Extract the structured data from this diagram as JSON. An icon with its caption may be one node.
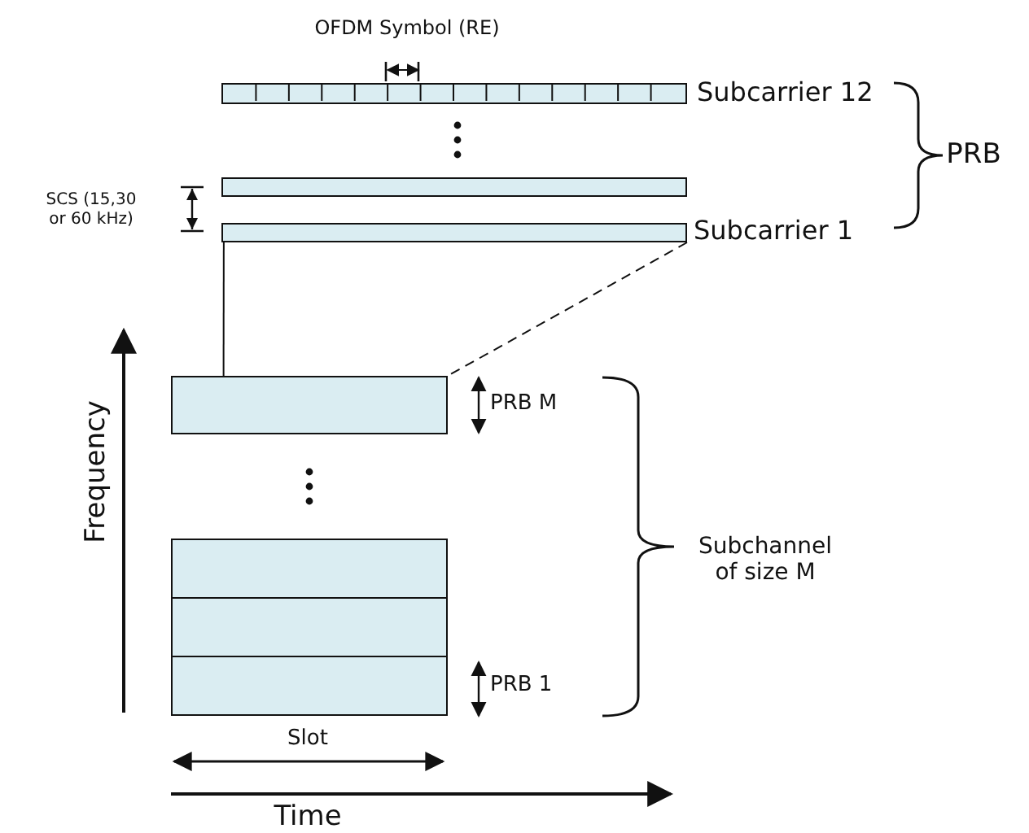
{
  "diagram": {
    "nodes": [
      {
        "text": [],
        "shape": "bar",
        "beside": [
          "Subcarrier 12"
        ]
      },
      {
        "text": [],
        "shape": "bar"
      },
      {
        "text": [],
        "shape": "bar",
        "beside": [
          "Subcarrier 1"
        ]
      },
      {
        "text": [],
        "shape": "box",
        "beside": [
          "PRB M"
        ]
      },
      {
        "text": [],
        "shape": "box"
      },
      {
        "text": [],
        "shape": "box"
      },
      {
        "text": [],
        "shape": "box",
        "beside": [
          "PRB 1"
        ]
      }
    ],
    "edges": [
      {
        "from": 2,
        "to": 3,
        "arrow": "none"
      },
      {
        "from": 2,
        "to": 3,
        "arrow": "none",
        "style": "dashed"
      }
    ],
    "labels": [
      "OFDM Symbol (RE)",
      "SCS (15,30 or 60 kHz)",
      "PRB",
      "Subchannel of size M",
      "Frequency",
      "Slot",
      "Time"
    ]
  }
}
